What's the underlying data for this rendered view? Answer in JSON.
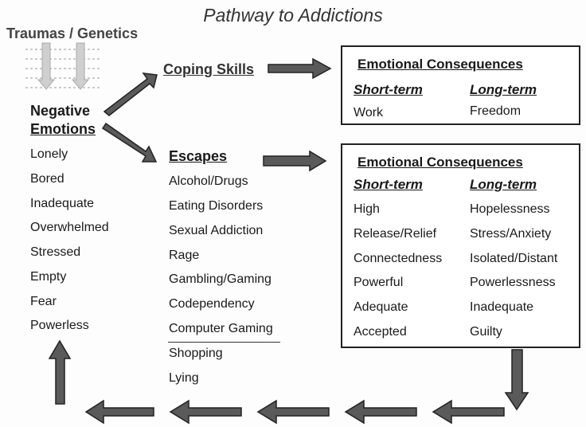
{
  "title": "Pathway to Addictions",
  "origin": "Traumas / Genetics",
  "negative_emotions": {
    "heading_line1": "Negative",
    "heading_line2": "Emotions",
    "items": [
      "Lonely",
      "Bored",
      "Inadequate",
      "Overwhelmed",
      "Stressed",
      "Empty",
      "Fear",
      "Powerless"
    ]
  },
  "coping_skills": {
    "label": "Coping Skills"
  },
  "escapes": {
    "label": "Escapes",
    "items": [
      "Alcohol/Drugs",
      "Eating Disorders",
      "Sexual Addiction",
      "Rage",
      "Gambling/Gaming",
      "Codependency",
      "Computer Gaming",
      "Shopping",
      "Lying"
    ]
  },
  "coping_consequences": {
    "title": "Emotional Consequences",
    "short_term_label": "Short-term",
    "long_term_label": "Long-term",
    "short_term": [
      "Work"
    ],
    "long_term": [
      "Freedom"
    ]
  },
  "escape_consequences": {
    "title": "Emotional Consequences",
    "short_term_label": "Short-term",
    "long_term_label": "Long-term",
    "short_term": [
      "High",
      "Release/Relief",
      "Connectedness",
      "Powerful",
      "Adequate",
      "Accepted"
    ],
    "long_term": [
      "Hopelessness",
      "Stress/Anxiety",
      "Isolated/Distant",
      "Powerlessness",
      "Inadequate",
      "Guilty"
    ]
  },
  "colors": {
    "arrow_fill": "#5a5a5a",
    "arrow_stroke": "#222222",
    "trauma_dots": "#999999"
  }
}
